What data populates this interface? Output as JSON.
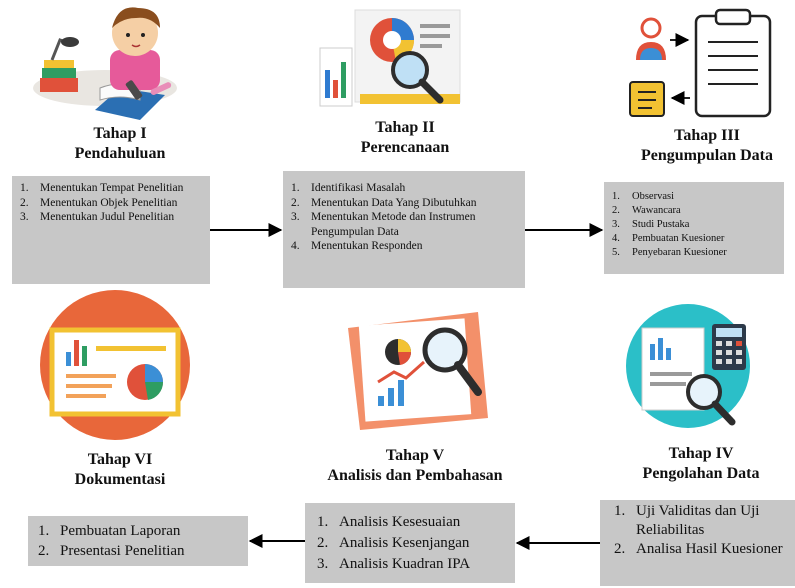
{
  "stages": [
    {
      "title_1": "Tahap I",
      "title_2": "Pendahuluan",
      "items": [
        {
          "num": "1.",
          "text": "Menentukan Tempat Penelitian"
        },
        {
          "num": "2.",
          "text": "Menentukan Objek Penelitian"
        },
        {
          "num": "3.",
          "text": "Menentukan Judul Penelitian"
        }
      ]
    },
    {
      "title_1": "Tahap II",
      "title_2": "Perencanaan",
      "items": [
        {
          "num": "1.",
          "text": "Identifikasi Masalah"
        },
        {
          "num": "2.",
          "text": "Menentukan Data Yang Dibutuhkan"
        },
        {
          "num": "3.",
          "text": "Menentukan Metode dan Instrumen Pengumpulan Data"
        },
        {
          "num": "4.",
          "text": "Menentukan Responden"
        }
      ]
    },
    {
      "title_1": "Tahap III",
      "title_2": "Pengumpulan Data",
      "items": [
        {
          "num": "1.",
          "text": "Observasi"
        },
        {
          "num": "2.",
          "text": "Wawancara"
        },
        {
          "num": "3.",
          "text": "Studi Pustaka"
        },
        {
          "num": "4.",
          "text": "Pembuatan Kuesioner"
        },
        {
          "num": "5.",
          "text": "Penyebaran Kuesioner"
        }
      ]
    },
    {
      "title_1": "Tahap IV",
      "title_2": "Pengolahan Data",
      "items": [
        {
          "num": "1.",
          "text": "Uji Validitas dan Uji Reliabilitas"
        },
        {
          "num": "2.",
          "text": "Analisa Hasil Kuesioner"
        }
      ]
    },
    {
      "title_1": "Tahap V",
      "title_2": "Analisis dan Pembahasan",
      "items": [
        {
          "num": "1.",
          "text": "Analisis Kesesuaian"
        },
        {
          "num": "2.",
          "text": "Analisis Kesenjangan"
        },
        {
          "num": "3.",
          "text": "Analisis Kuadran IPA"
        }
      ]
    },
    {
      "title_1": "Tahap VI",
      "title_2": "Dokumentasi",
      "items": [
        {
          "num": "1.",
          "text": "Pembuatan Laporan"
        },
        {
          "num": "2.",
          "text": "Presentasi Penelitian"
        }
      ]
    }
  ],
  "illustrations": [
    {
      "icon": "child-studying-icon"
    },
    {
      "icon": "charts-magnifier-icon"
    },
    {
      "icon": "clipboard-person-icon"
    },
    {
      "icon": "calculator-magnifier-icon"
    },
    {
      "icon": "analysis-magnifier-icon"
    },
    {
      "icon": "presentation-board-icon"
    }
  ],
  "colors": {
    "box_fill": "#c7c7c7",
    "arrow": "#000000",
    "accent_orange": "#e8673a",
    "accent_blue": "#3b8fd6"
  }
}
